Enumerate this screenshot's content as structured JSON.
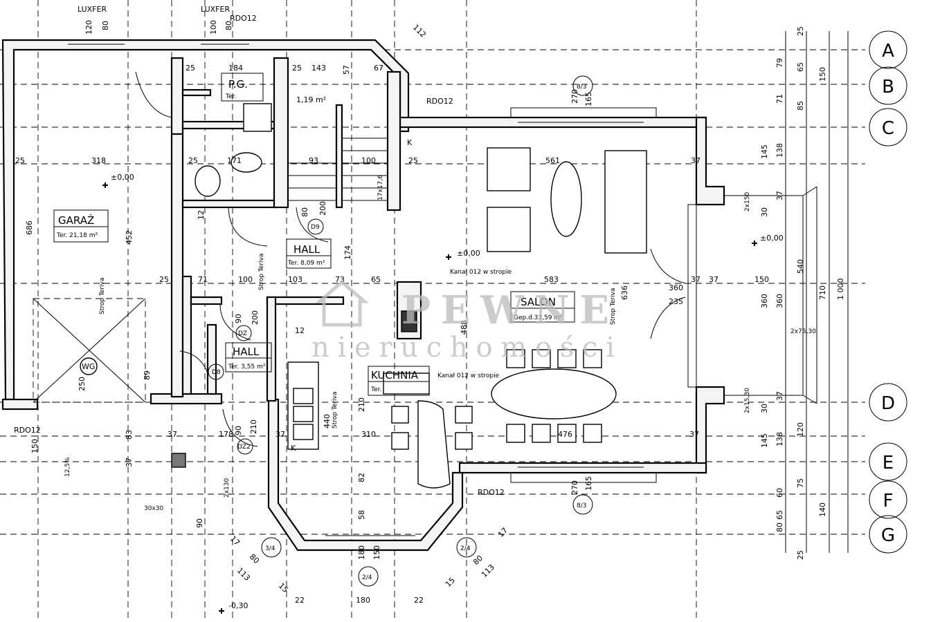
{
  "rooms": {
    "garage": {
      "name": "GARAŻ",
      "area": "Ter. 21,18 m²",
      "level": "±0,00",
      "ceiling": "Strop Teriva"
    },
    "boiler": {
      "name": "P.G.",
      "area": "Ter."
    },
    "small_room": {
      "area": "1,19 m²"
    },
    "hall_main": {
      "name": "HALL",
      "area": "Ter. 8,09 m²",
      "ceiling": "Strop Teriva"
    },
    "hall_small": {
      "name": "HALL",
      "area": "Ter. 3,55 m²"
    },
    "salon": {
      "name": "SALON",
      "area": "Gep.d.33,59 m²",
      "level": "±0,00",
      "ceiling": "Strop Teriva",
      "duct": "Kanał 012 w stropie"
    },
    "kitchen": {
      "name": "KUCHNIA",
      "area": "Ter.",
      "duct": "Kanał 012 w stropie",
      "ceiling": "Strop Teriva"
    }
  },
  "annotations": {
    "luxfer_1": "LUXFER",
    "luxfer_2": "LUXFER",
    "rdo_top": "RDO12",
    "rdo_mid": "RDO12",
    "rdo_left": "RDO12",
    "rdo_bottom": "RDO12",
    "wg": "WG",
    "dim_30x30": "30x30",
    "slope": "12,5%",
    "level_outside": "-0,30",
    "level_right": "±0,00",
    "k1": "K",
    "k2": "K",
    "stairs": "17x17,6",
    "door_d8": "D8",
    "door_d9": "D9",
    "door_dz": "DZ",
    "door_dz2": "DZ2",
    "section_83_top": "8/3",
    "section_83_bottom": "8/3",
    "section_34_left": "3/4",
    "section_24_right": "2/4",
    "section_24_bottom": "2/4",
    "window_2x150": "2x150",
    "window_2x75": "2x75,30",
    "window_2x130": "2x130",
    "window_2x15": "2x15,30"
  },
  "axes": [
    "A",
    "B",
    "C",
    "D",
    "E",
    "F",
    "G"
  ],
  "dimensions": {
    "top": [
      "120",
      "80",
      "100",
      "80",
      "112"
    ],
    "row_25_184": [
      "25",
      "184",
      "25",
      "143",
      "57",
      "67"
    ],
    "row_318": [
      "25",
      "318",
      "25",
      "171",
      "93",
      "100",
      "25",
      "561",
      "37"
    ],
    "row_25_71": [
      "25",
      "71",
      "100",
      "103",
      "73",
      "65",
      "583",
      "37",
      "37",
      "150"
    ],
    "row_37": [
      "37",
      "178",
      "37",
      "310",
      "476",
      "37"
    ],
    "bottom": [
      "22",
      "180",
      "22"
    ],
    "bottom_left": [
      "17",
      "80",
      "113",
      "15"
    ],
    "bottom_right": [
      "17",
      "80",
      "113",
      "15"
    ],
    "right_col1": [
      "25",
      "79",
      "65",
      "71",
      "85",
      "145",
      "37",
      "30",
      "360",
      "30",
      "37",
      "145",
      "60",
      "65",
      "80",
      "25"
    ],
    "right_col2": [
      "150",
      "138",
      "540",
      "360",
      "138",
      "75",
      "140"
    ],
    "right_col3": [
      "710",
      "1 000",
      "120"
    ],
    "left_vertical": [
      "686",
      "452",
      "250",
      "150",
      "83",
      "37",
      "90"
    ],
    "misc": [
      "270",
      "165",
      "270",
      "165",
      "174",
      "488",
      "636",
      "210",
      "440",
      "82",
      "58",
      "180",
      "150",
      "90",
      "200",
      "80",
      "12",
      "89",
      "235",
      "360",
      "12",
      "200",
      "90",
      "210"
    ]
  }
}
